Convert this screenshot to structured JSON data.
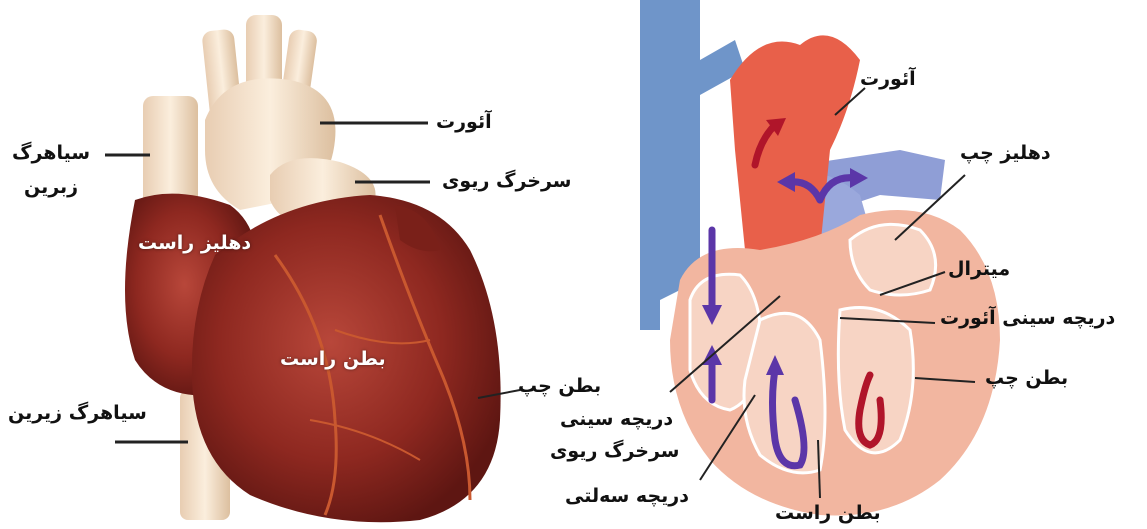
{
  "colors": {
    "heart_muscle": "#9b2b24",
    "vessel_pale": "#f3dcc4",
    "blue_vessel": "#6f95c9",
    "aorta_red": "#e8604a",
    "wall_pink": "#f2b6a0",
    "chamber_light": "#f7d4c4",
    "arrow_purple": "#5b36a8",
    "arrow_red": "#b0152a"
  },
  "left_diagram": {
    "aorta": "آئورت",
    "pulmonary_artery": "سرخرگ ریوی",
    "svc_line1": "سیاهرگ",
    "svc_line2": "زبرین",
    "right_atrium": "دهلیز راست",
    "right_ventricle": "بطن راست",
    "left_ventricle": "بطن چپ",
    "ivc": "سیاهرگ زیرین"
  },
  "right_diagram": {
    "aorta": "آئورت",
    "left_atrium": "دهلیز چپ",
    "mitral": "میترال",
    "aortic_valve": "دریچه سینی آئورت",
    "left_ventricle": "بطن چپ",
    "pulmonary_valve_line1": "دریچه سینی",
    "pulmonary_valve_line2": "سرخرگ ریوی",
    "tricuspid": "دریچه سه‌لتی",
    "right_ventricle": "بطن راست"
  }
}
